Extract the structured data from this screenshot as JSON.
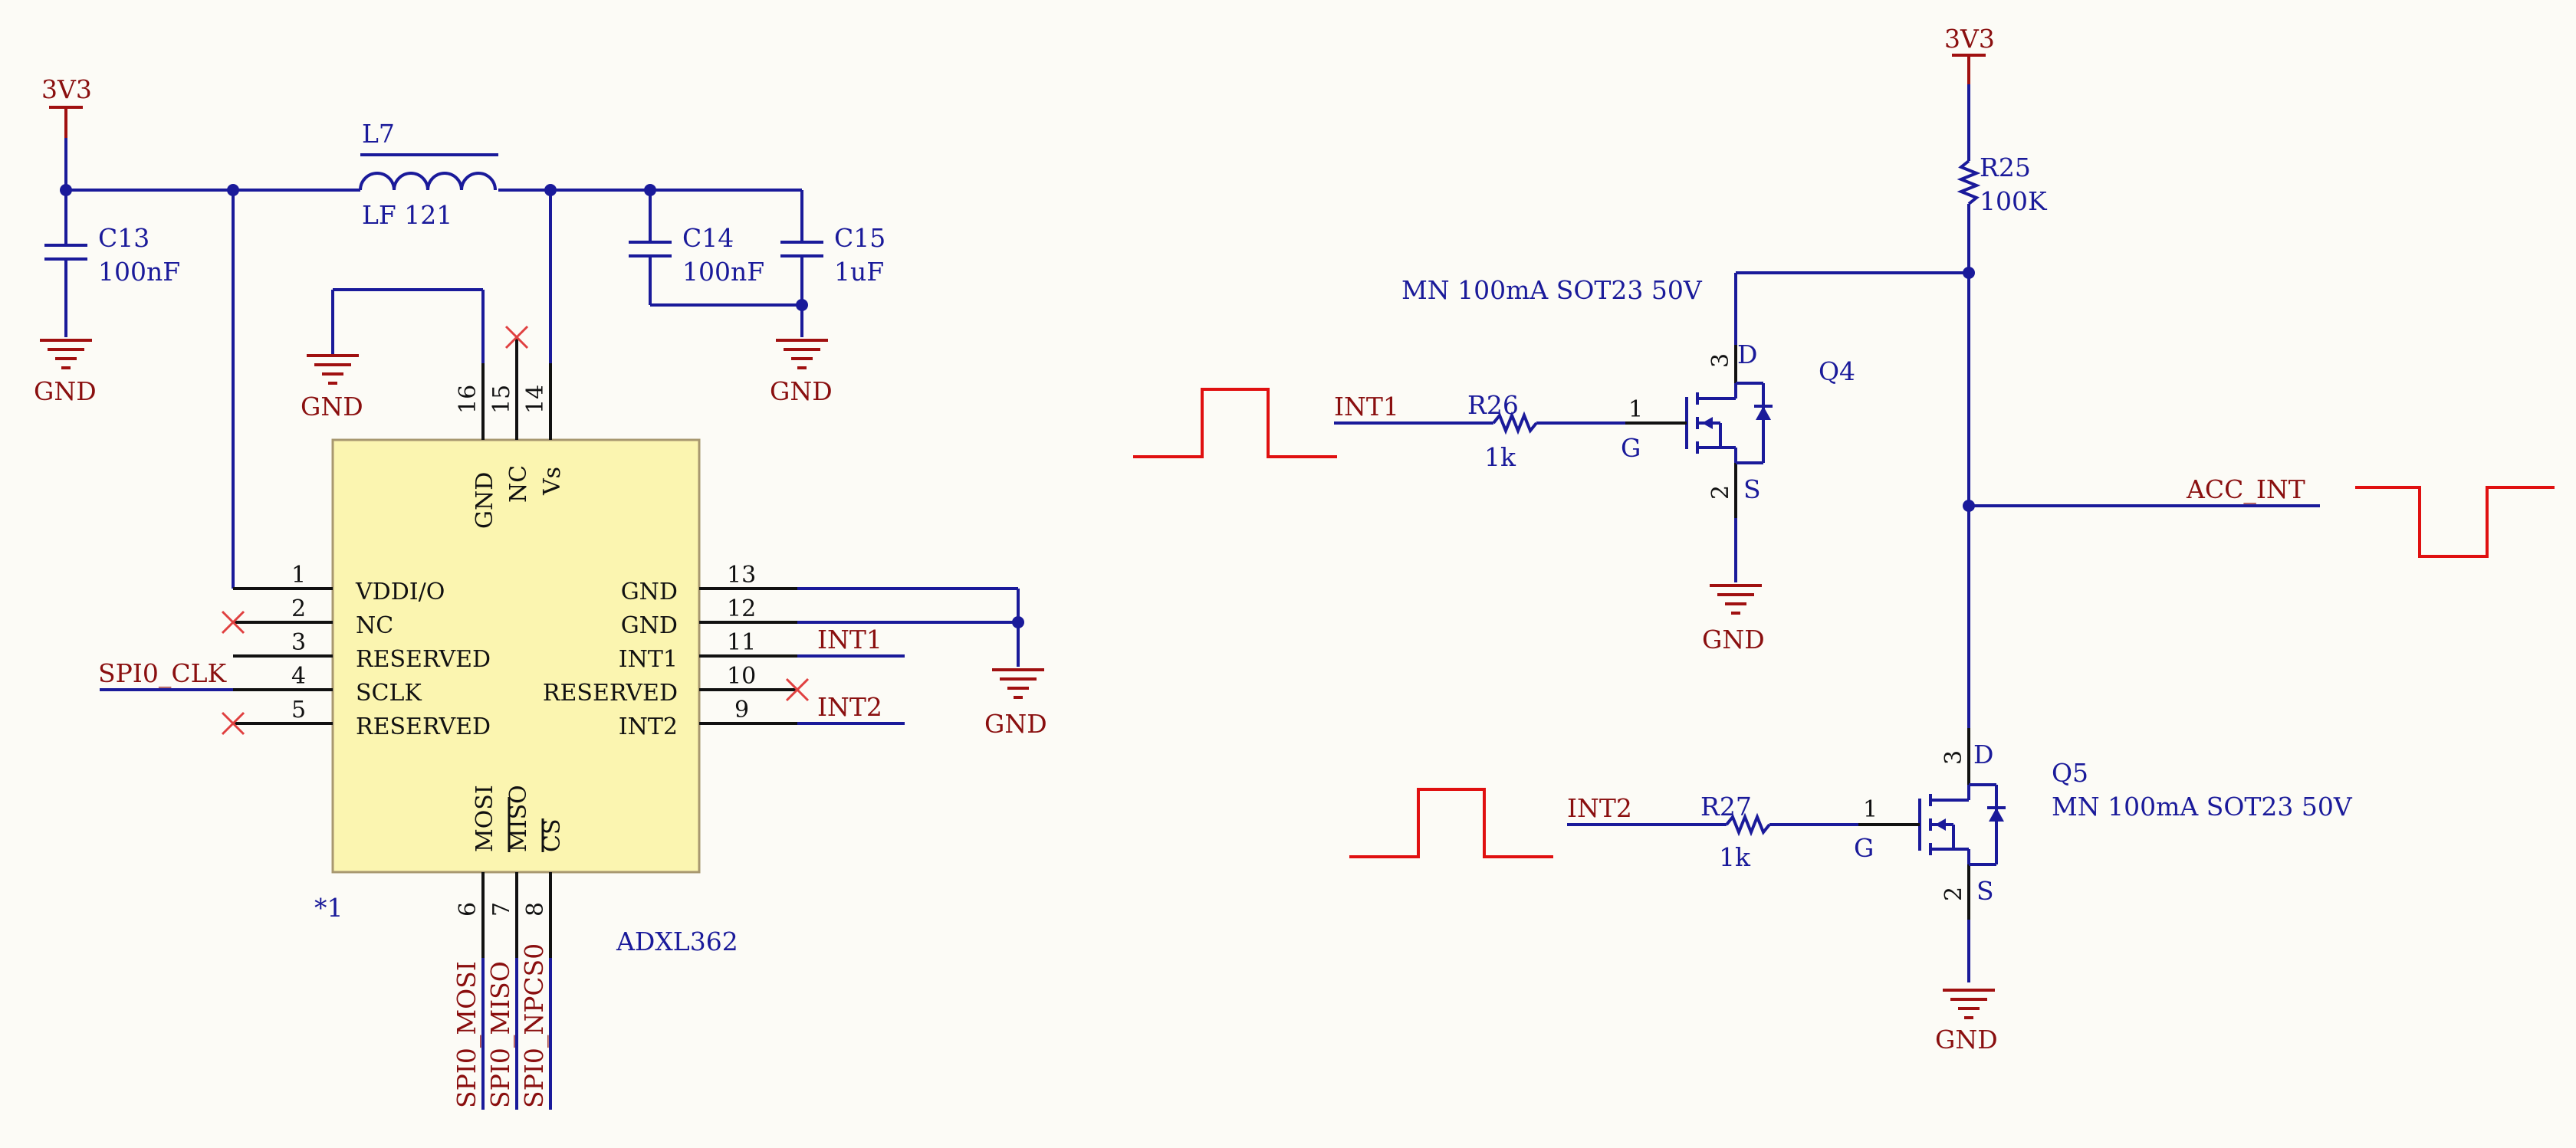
{
  "ic": {
    "designator": "*1",
    "part": "ADXL362",
    "left_pins": [
      {
        "num": "1",
        "name": "VDDI/O"
      },
      {
        "num": "2",
        "name": "NC"
      },
      {
        "num": "3",
        "name": "RESERVED"
      },
      {
        "num": "4",
        "name": "SCLK"
      },
      {
        "num": "5",
        "name": "RESERVED"
      }
    ],
    "right_pins": [
      {
        "num": "13",
        "name": "GND"
      },
      {
        "num": "12",
        "name": "GND"
      },
      {
        "num": "11",
        "name": "INT1"
      },
      {
        "num": "10",
        "name": "RESERVED"
      },
      {
        "num": "9",
        "name": "INT2"
      }
    ],
    "top_pins": [
      {
        "num": "16",
        "name": "GND"
      },
      {
        "num": "15",
        "name": "NC"
      },
      {
        "num": "14",
        "name": "Vs"
      }
    ],
    "bottom_pins": [
      {
        "num": "6",
        "name": "MOSI"
      },
      {
        "num": "7",
        "name": "MISO"
      },
      {
        "num": "8",
        "name": "CS"
      }
    ]
  },
  "passives": {
    "c13": {
      "ref": "C13",
      "value": "100nF"
    },
    "c14": {
      "ref": "C14",
      "value": "100nF"
    },
    "c15": {
      "ref": "C15",
      "value": "1uF"
    },
    "l7": {
      "ref": "L7",
      "value": "LF 121"
    },
    "r25": {
      "ref": "R25",
      "value": "100K"
    },
    "r26": {
      "ref": "R26",
      "value": "1k"
    },
    "r27": {
      "ref": "R27",
      "value": "1k"
    }
  },
  "transistors": {
    "q4": {
      "ref": "Q4",
      "desc": "MN 100mA SOT23 50V",
      "gate_pin": "1",
      "drain_pin": "3",
      "source_pin": "2",
      "g": "G",
      "d": "D",
      "s": "S"
    },
    "q5": {
      "ref": "Q5",
      "desc": "MN 100mA SOT23 50V",
      "gate_pin": "1",
      "drain_pin": "3",
      "source_pin": "2",
      "g": "G",
      "d": "D",
      "s": "S"
    }
  },
  "power": {
    "vcc": "3V3",
    "gnd": "GND"
  },
  "nets": {
    "spi_clk": "SPI0_CLK",
    "spi_mosi": "SPI0_MOSI",
    "spi_miso": "SPI0_MISO",
    "spi_cs": "SPI0_NPCS0",
    "int1": "INT1",
    "int2": "INT2",
    "acc_int": "ACC_INT"
  },
  "colors": {
    "wire": "#1a1a9a",
    "power": "#a01010",
    "signal_waveform": "#e01010",
    "ic_fill": "#fbf5b0",
    "background": "#fcfbf6"
  }
}
